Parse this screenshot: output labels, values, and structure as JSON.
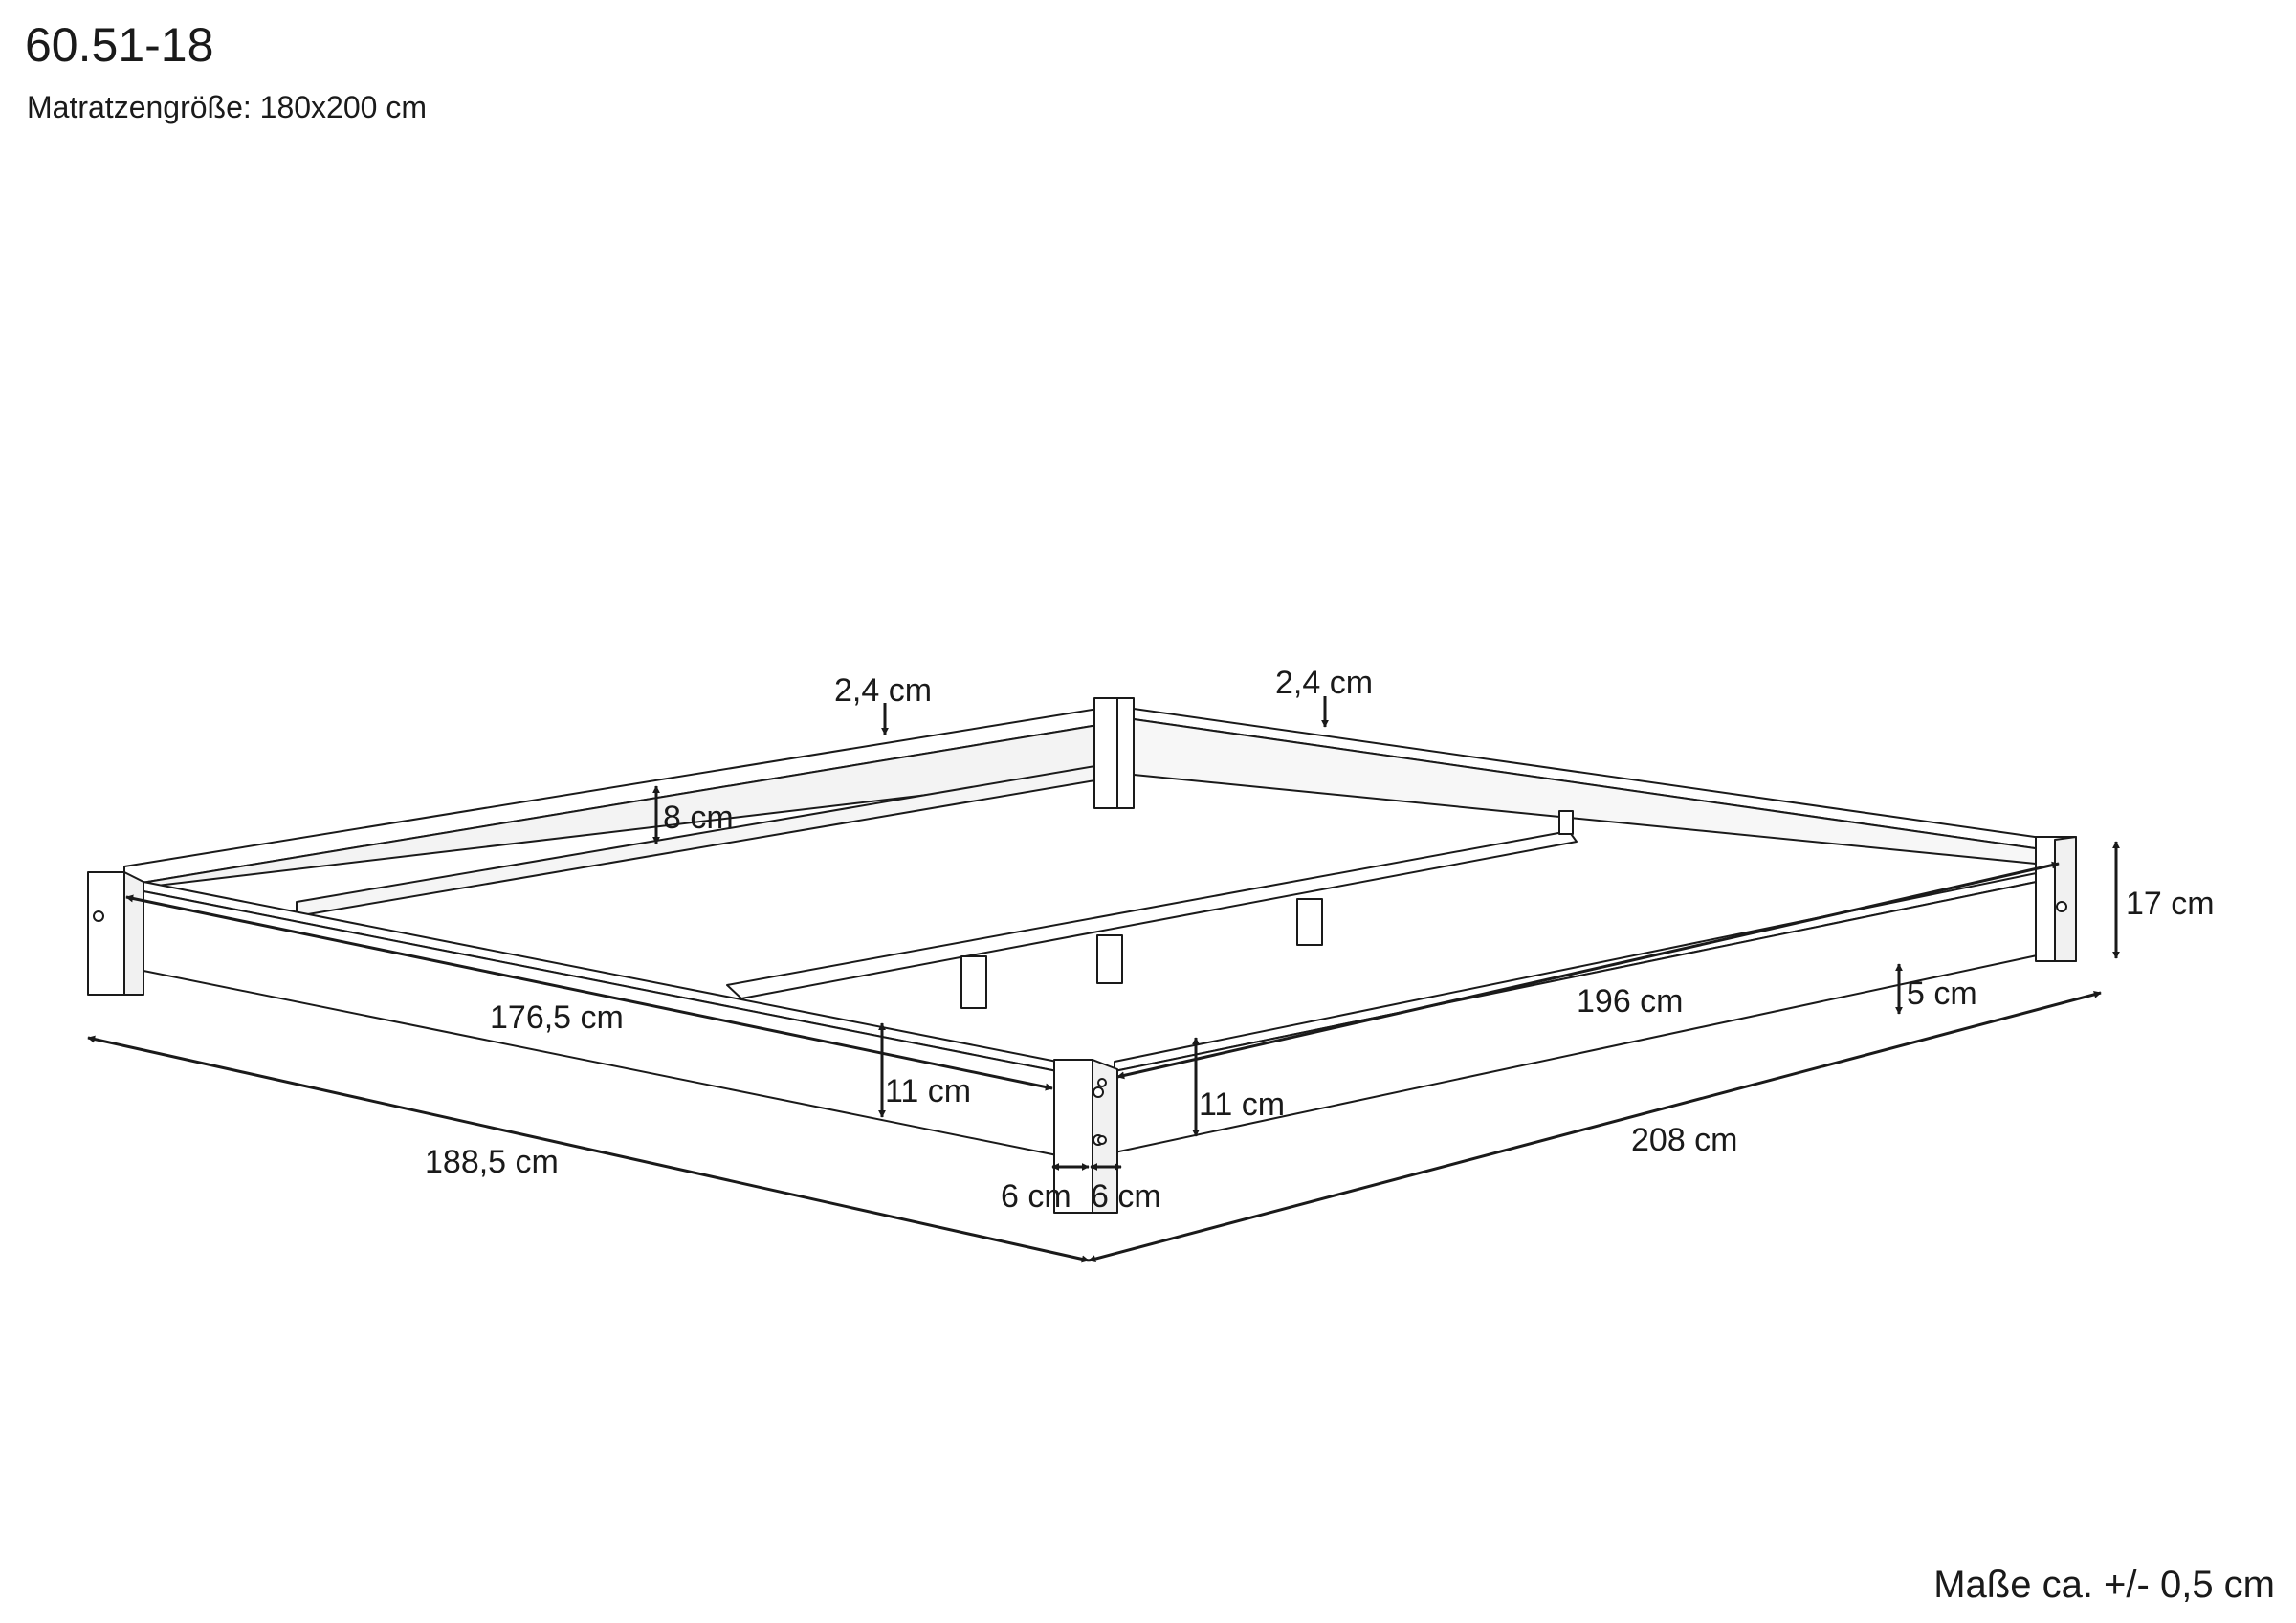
{
  "header": {
    "model_number": "60.51-18",
    "mattress_size": "Matratzengröße: 180x200 cm"
  },
  "footer": {
    "tolerance_note": "Maße ca. +/- 0,5 cm"
  },
  "dimensions": {
    "back_rail_thickness_left": "2,4 cm",
    "back_rail_thickness_right": "2,4 cm",
    "inner_rail_height": "8 cm",
    "leg_height": "17 cm",
    "short_side_inner_length": "176,5 cm",
    "long_side_inner_length": "196 cm",
    "foot_clearance": "5 cm",
    "front_rail_height_left": "11 cm",
    "front_rail_height_right": "11 cm",
    "leg_width_left": "6 cm",
    "leg_width_right": "6 cm",
    "overall_width": "188,5 cm",
    "overall_length": "208 cm"
  },
  "colors": {
    "line": "#1a1a1a",
    "fill": "#ffffff",
    "shade": "#ececec"
  }
}
